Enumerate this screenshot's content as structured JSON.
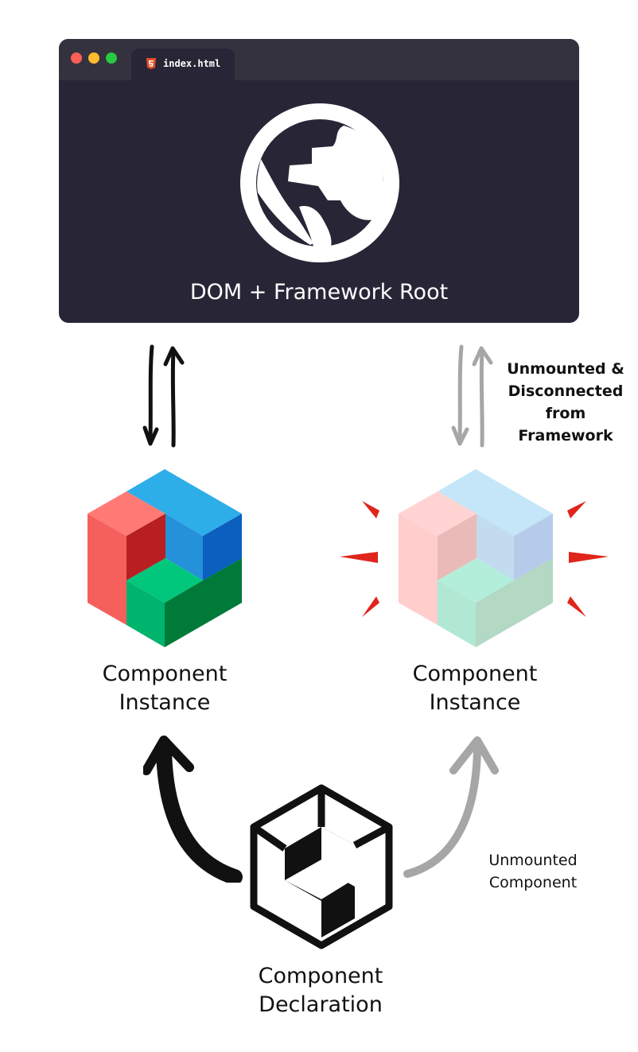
{
  "window": {
    "tab_label": "index.html",
    "root_label": "DOM + Framework Root",
    "icons": {
      "tab": "html5-icon",
      "center": "globe-icon"
    },
    "colors": {
      "window_bg": "#282636",
      "titlebar_bg": "#34323f",
      "traffic_red": "#ff5f57",
      "traffic_yellow": "#febc2e",
      "traffic_green": "#28c840"
    }
  },
  "left_instance": {
    "label_line1": "Component",
    "label_line2": "Instance",
    "icon": "colored-cube-icon",
    "colors": {
      "red": "#f5605c",
      "blue": "#2a9ee0",
      "green": "#00c77c",
      "dark_green": "#007a38"
    }
  },
  "right_instance": {
    "label_line1": "Component",
    "label_line2": "Instance",
    "icon": "faded-cube-icon",
    "status_line1": "Unmounted &",
    "status_line2": "Disconnected",
    "status_line3": "from",
    "status_line4": "Framework",
    "burst_color": "#e0251b"
  },
  "declaration": {
    "label_line1": "Component",
    "label_line2": "Declaration",
    "icon": "outline-cube-icon",
    "right_note_line1": "Unmounted",
    "right_note_line2": "Component"
  },
  "arrows": {
    "active_color": "#111111",
    "inactive_color": "#a6a6a6"
  }
}
